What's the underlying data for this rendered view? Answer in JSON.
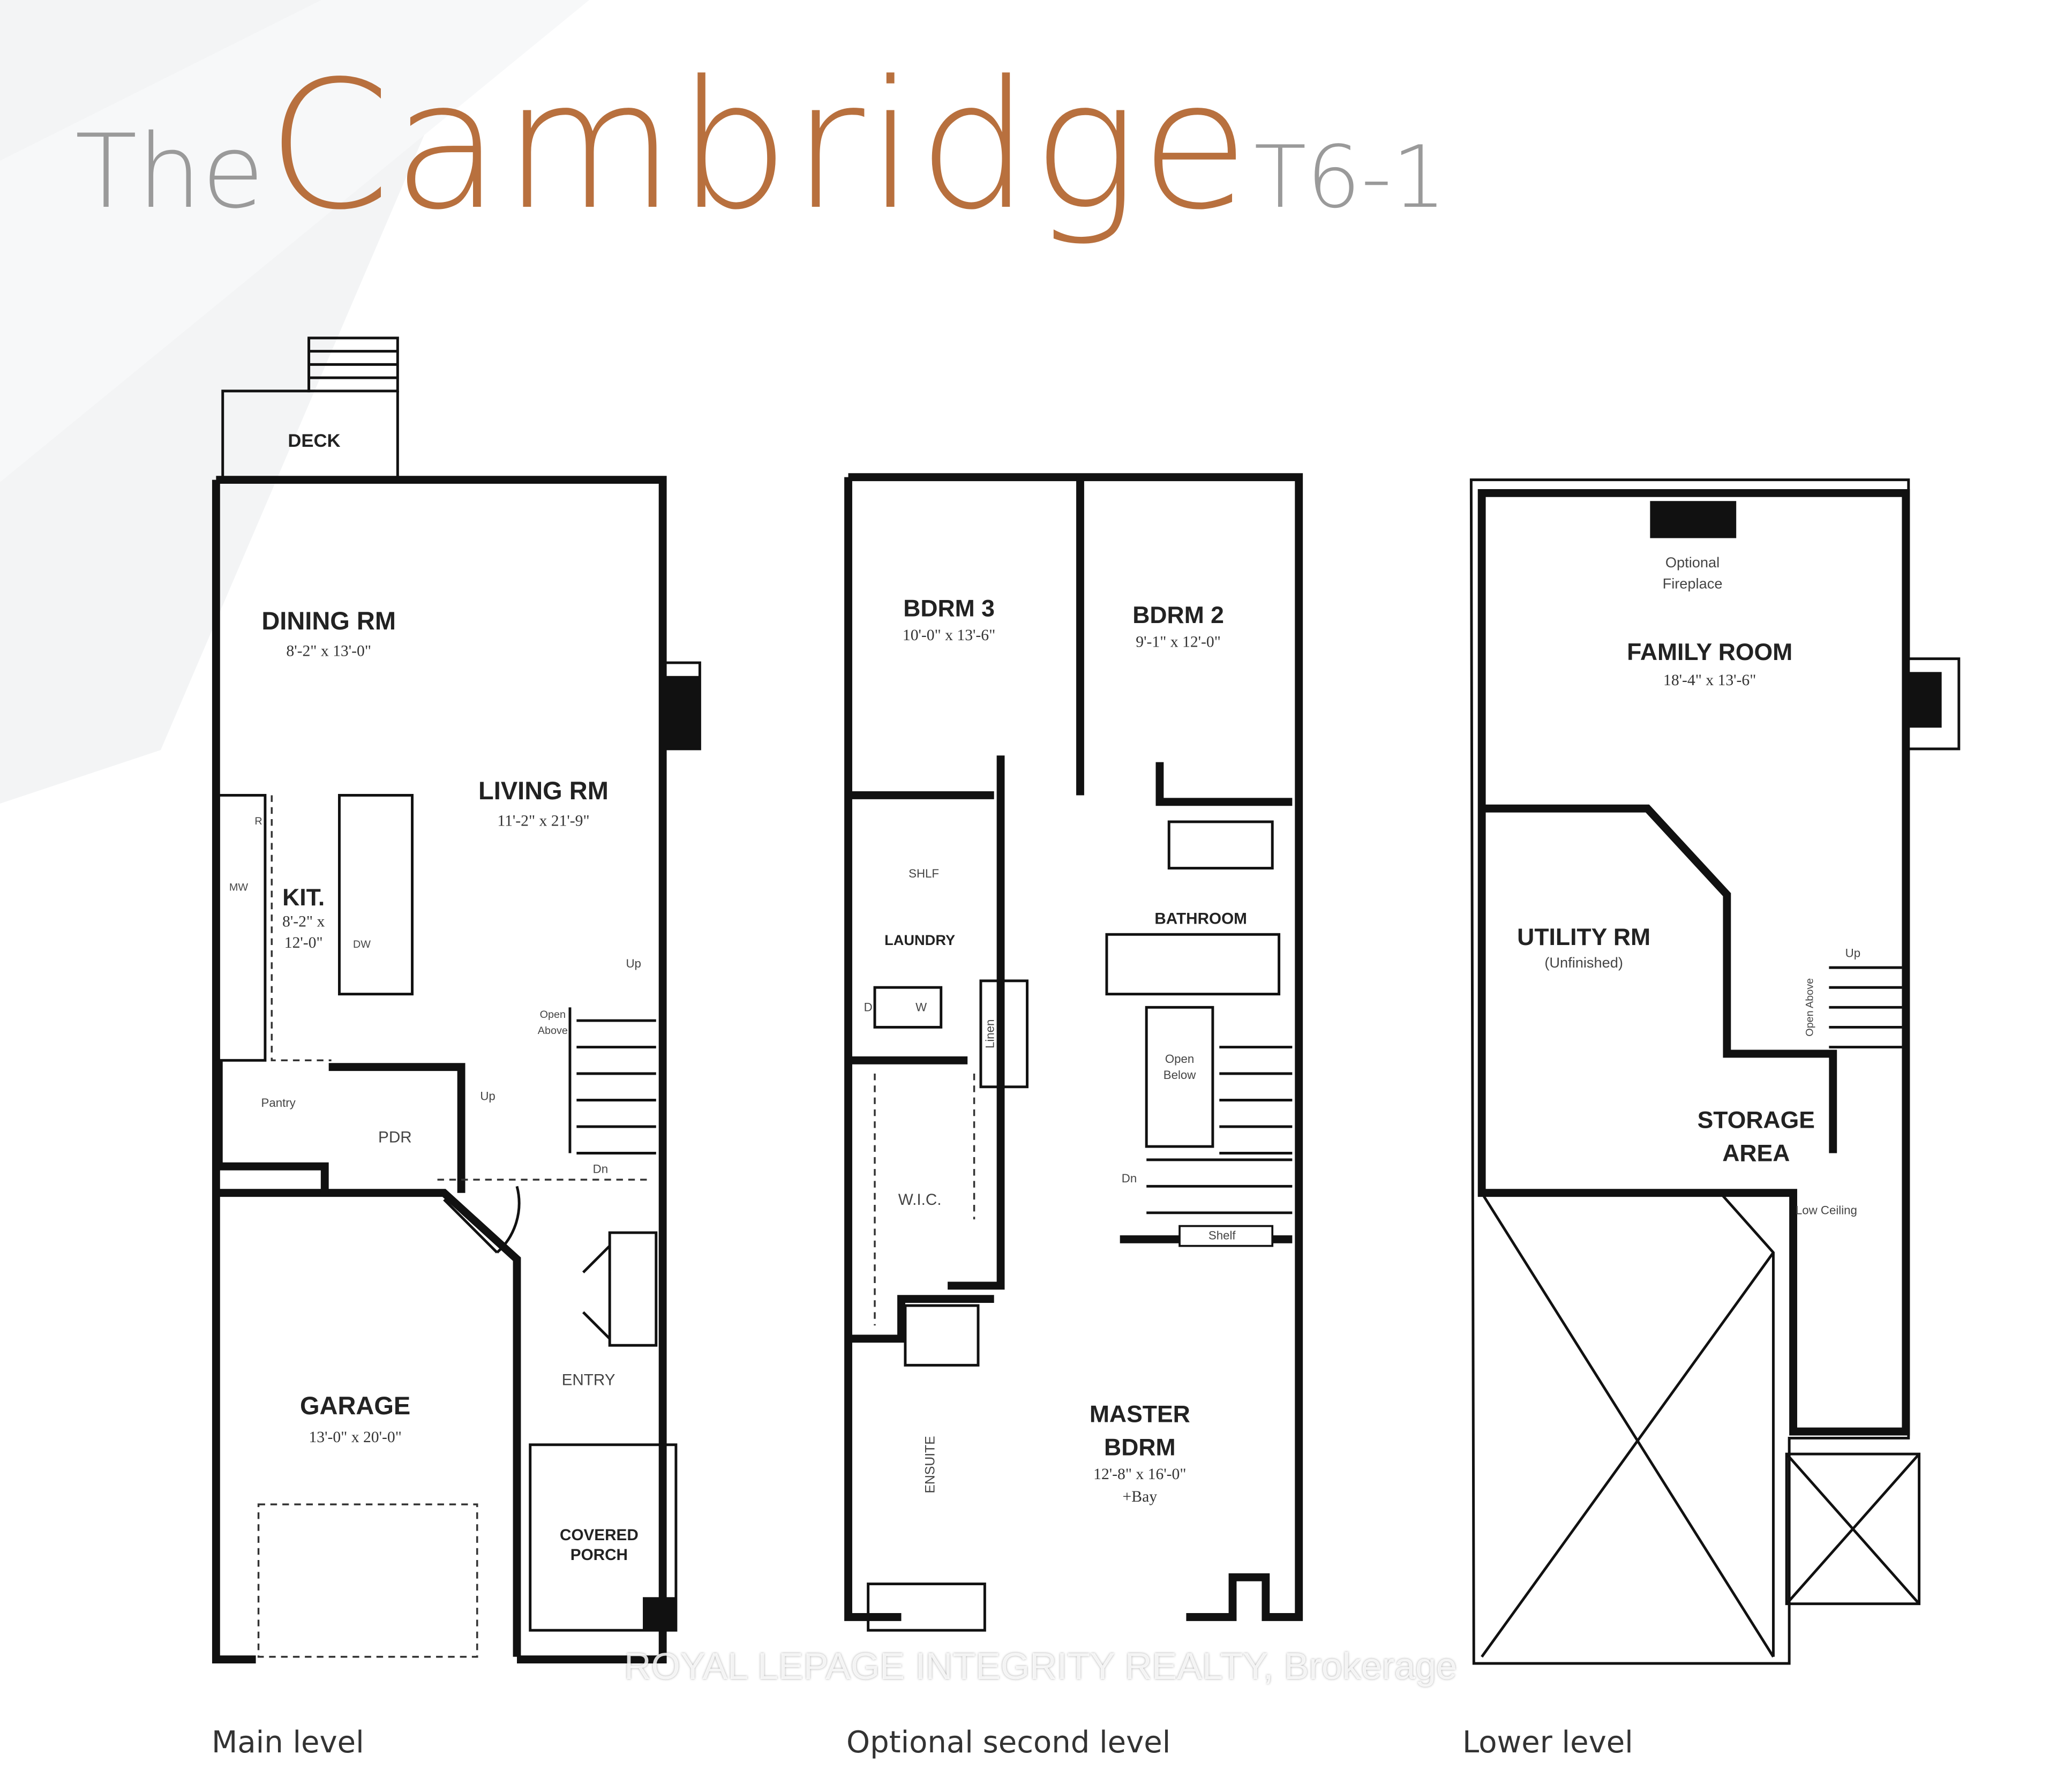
{
  "title": {
    "prefix": "The",
    "name": "Cambridge",
    "model": "T6-1"
  },
  "colors": {
    "accent": "#b8703e",
    "gray_text": "#9a9a9a",
    "walls": "#111111"
  },
  "main_level": {
    "caption": "Main level",
    "rooms": {
      "deck": "DECK",
      "dining": {
        "name": "DINING RM",
        "size": "8'-2\" x 13'-0\""
      },
      "living": {
        "name": "LIVING RM",
        "size": "11'-2\" x 21'-9\""
      },
      "kitchen": {
        "name": "KIT.",
        "size1": "8'-2\" x",
        "size2": "12'-0\""
      },
      "garage": {
        "name": "GARAGE",
        "size": "13'-0\" x 20'-0\""
      },
      "pdr": "PDR",
      "pantry": "Pantry",
      "entry": "ENTRY",
      "porch1": "COVERED",
      "porch2": "PORCH"
    },
    "notes": {
      "r": "R",
      "mw": "MW",
      "dw": "DW",
      "up1": "Up",
      "up2": "Up",
      "dn": "Dn",
      "open1": "Open",
      "open2": "Above"
    }
  },
  "second_level": {
    "caption": "Optional second level",
    "rooms": {
      "bdrm3": {
        "name": "BDRM 3",
        "size": "10'-0\" x 13'-6\""
      },
      "bdrm2": {
        "name": "BDRM 2",
        "size": "9'-1\" x 12'-0\""
      },
      "bathroom": "BATHROOM",
      "laundry": "LAUNDRY",
      "wic": "W.I.C.",
      "ensuite": "ENSUITE",
      "master": {
        "name1": "MASTER",
        "name2": "BDRM",
        "size": "12'-8\" x 16'-0\"",
        "extra": "+Bay"
      }
    },
    "notes": {
      "sht": "SHLF",
      "d": "D",
      "w": "W",
      "linen": "Linen",
      "open1": "Open",
      "open2": "Below",
      "dn": "Dn",
      "shelf": "Shelf"
    }
  },
  "lower_level": {
    "caption": "Lower level",
    "rooms": {
      "fireplace1": "Optional",
      "fireplace2": "Fireplace",
      "family": {
        "name": "FAMILY ROOM",
        "size": "18'-4\" x 13'-6\""
      },
      "utility": {
        "name": "UTILITY RM",
        "note": "(Unfinished)"
      },
      "storage1": "STORAGE",
      "storage2": "AREA",
      "low_ceiling": "Low Ceiling"
    },
    "notes": {
      "up": "Up",
      "open_above": "Open Above"
    }
  },
  "watermark": "ROYAL LEPAGE INTEGRITY REALTY, Brokerage"
}
